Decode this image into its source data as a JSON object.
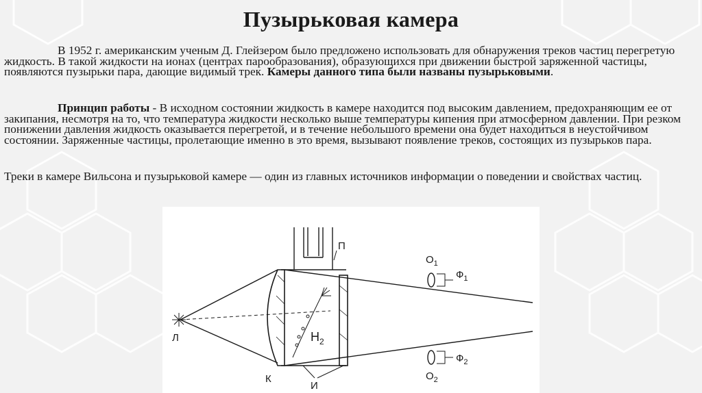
{
  "page": {
    "title": "Пузырьковая камера"
  },
  "paragraph1": {
    "text": "В 1952 г. американским ученым Д. Глейзером было предложено использовать для обнаружения треков частиц перегретую жидкость. В такой жидкости на ионах (центрах парообразования), образующихся при движении быстрой заряженной частицы, появляются пузырьки пара, дающие видимый трек. ",
    "bold_text": "Камеры данного типа были названы пузырьковыми",
    "end": "."
  },
  "paragraph2": {
    "bold_lead": "Принцип работы",
    "text": " - В исходном состоянии жидкость в камере находится под высоким давлением, предохраняющим ее от закипания, несмотря на то, что температура жидкости несколько выше температуры кипения при атмосферном давлении. При резком понижении давления жидкость оказывается перегретой, и в течение небольшого времени она будет находиться в неустойчивом состоянии. Заряженные частицы, пролетающие именно в это время, вызывают появление треков, состоящих из пузырьков пара."
  },
  "paragraph3": {
    "text": "Треки в камере Вильсона и пузырьковой камере — один из главных источников информации о поведении и свойствах частиц."
  },
  "diagram": {
    "labels": {
      "source": "Л",
      "chamber_k": "К",
      "windows": "И",
      "piston": "П",
      "hydrogen": "H",
      "hydrogen_sub": "2",
      "lens1": "O",
      "lens1_sub": "1",
      "lens2": "O",
      "lens2_sub": "2",
      "photo1": "Ф",
      "photo1_sub": "1",
      "photo2": "Ф",
      "photo2_sub": "2"
    }
  }
}
